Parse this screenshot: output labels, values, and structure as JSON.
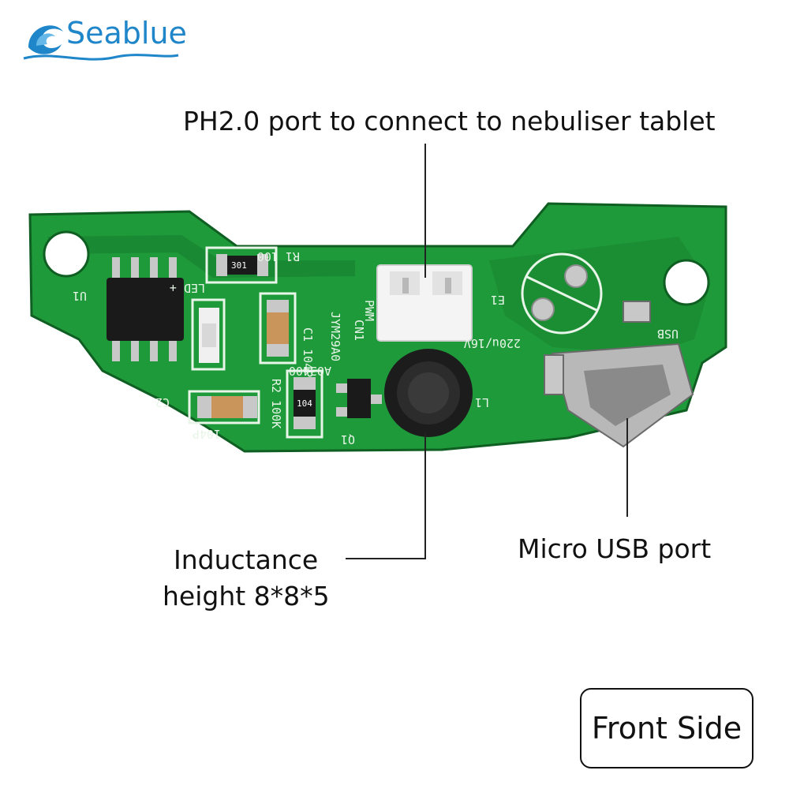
{
  "brand": {
    "name": "Seablue"
  },
  "callouts": {
    "ph_port": "PH2.0 port to connect to nebuliser tablet",
    "inductance_line1": "Inductance",
    "inductance_line2": "height 8*8*5",
    "micro_usb": "Micro USB port"
  },
  "badge": {
    "label": "Front Side"
  },
  "pcb_silkscreen": {
    "r1": "R1 100",
    "led": "LED +",
    "u1": "U1",
    "c1": "C1 104P",
    "model": "JYM29A0",
    "cn1": "CN1",
    "pwm": "PWM",
    "e1": "E1",
    "cap_rating": "220u/16V",
    "usb": "USB",
    "r2": "R2 100K",
    "c2": "C2",
    "c2_val": "104P",
    "q1": "Q1",
    "q1_part": "AO3400",
    "l1": "L1",
    "r1_code": "301",
    "r2_code": "104"
  },
  "colors": {
    "pcb_green": "#1f9a3a",
    "pcb_dark": "#15782c",
    "brand_blue": "#1f86c9"
  }
}
